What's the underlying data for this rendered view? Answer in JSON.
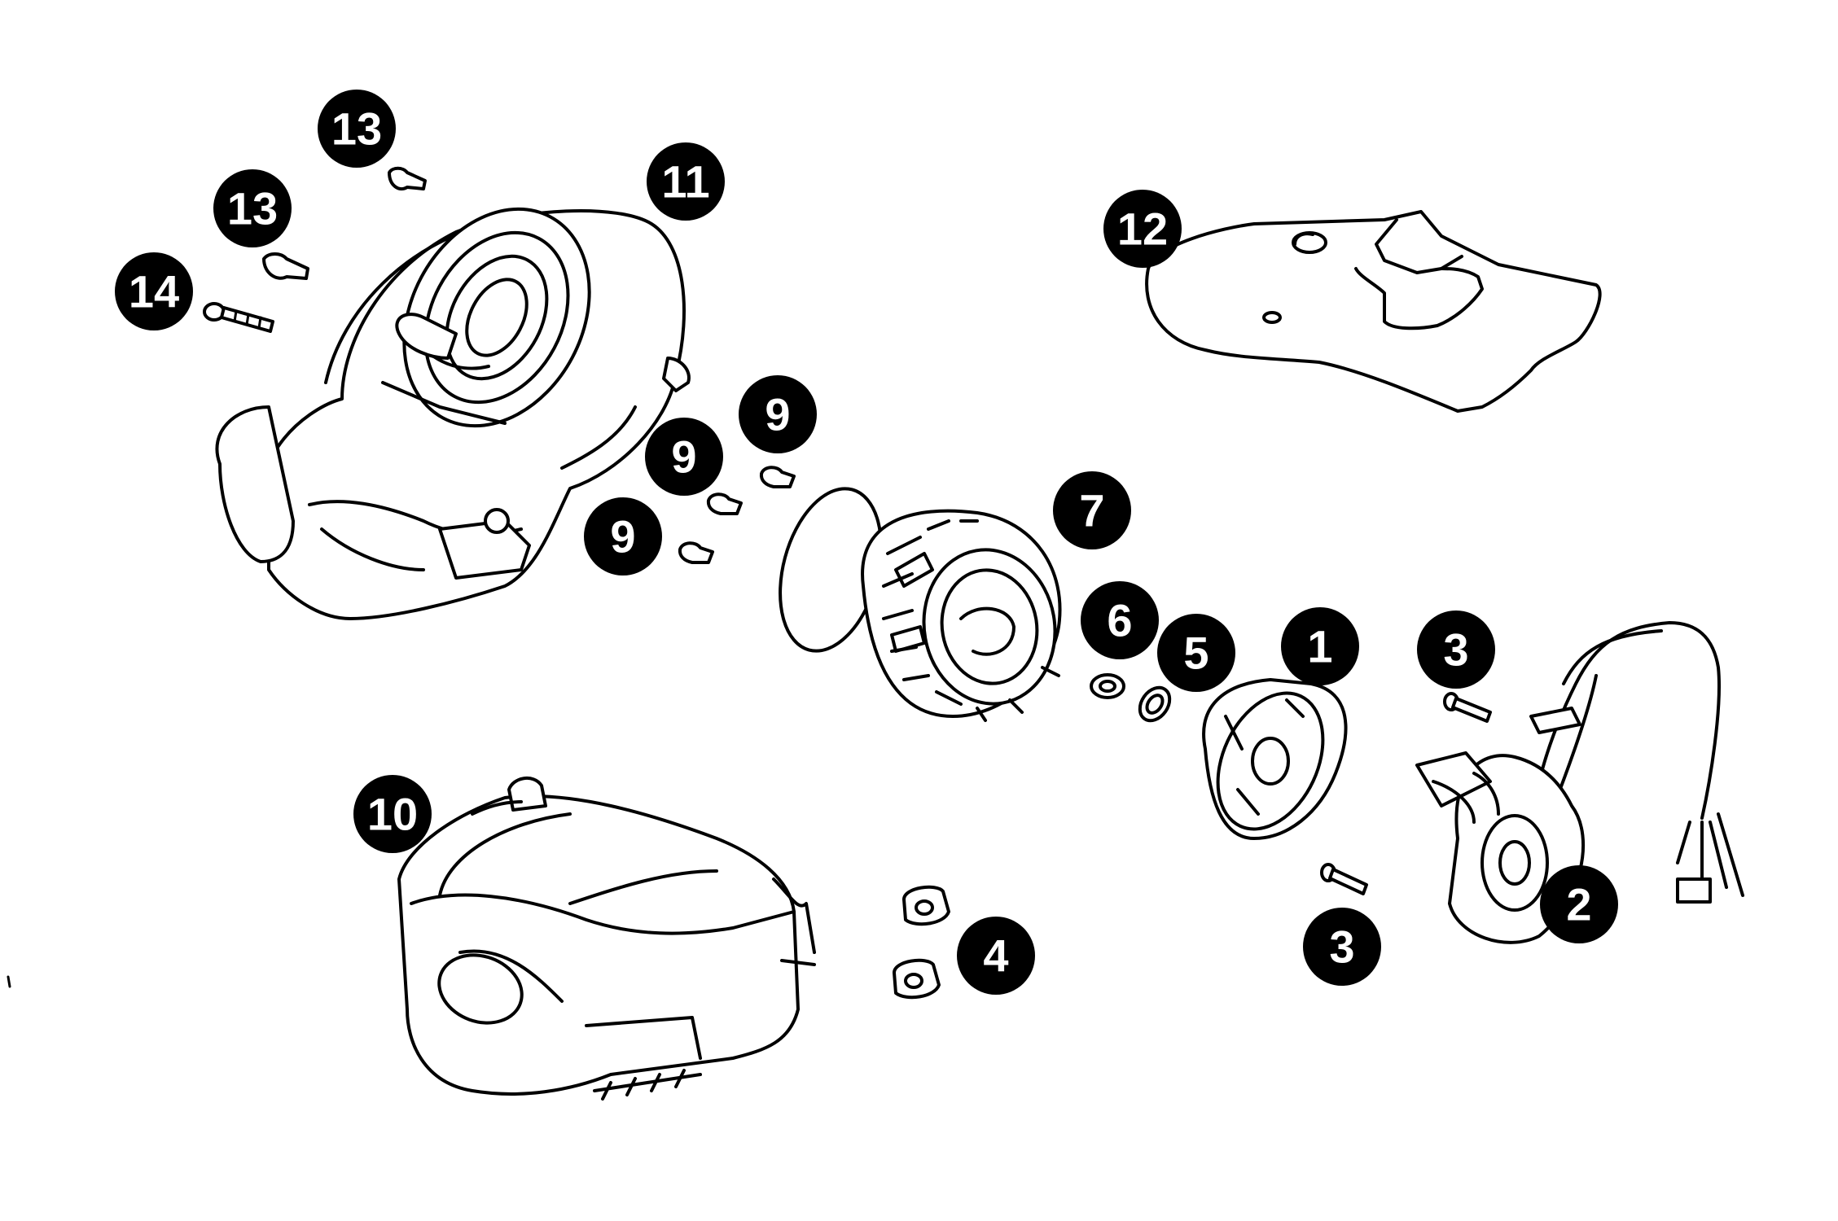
{
  "diagram": {
    "callouts": [
      {
        "id": "c1",
        "label": "1"
      },
      {
        "id": "c2",
        "label": "2"
      },
      {
        "id": "c3a",
        "label": "3"
      },
      {
        "id": "c3b",
        "label": "3"
      },
      {
        "id": "c4",
        "label": "4"
      },
      {
        "id": "c5",
        "label": "5"
      },
      {
        "id": "c6",
        "label": "6"
      },
      {
        "id": "c7",
        "label": "7"
      },
      {
        "id": "c9a",
        "label": "9"
      },
      {
        "id": "c9b",
        "label": "9"
      },
      {
        "id": "c9c",
        "label": "9"
      },
      {
        "id": "c10",
        "label": "10"
      },
      {
        "id": "c11",
        "label": "11"
      },
      {
        "id": "c12",
        "label": "12"
      },
      {
        "id": "c13a",
        "label": "13"
      },
      {
        "id": "c13b",
        "label": "13"
      },
      {
        "id": "c14",
        "label": "14"
      }
    ],
    "colors": {
      "ink": "#000000",
      "paper": "#ffffff"
    }
  }
}
